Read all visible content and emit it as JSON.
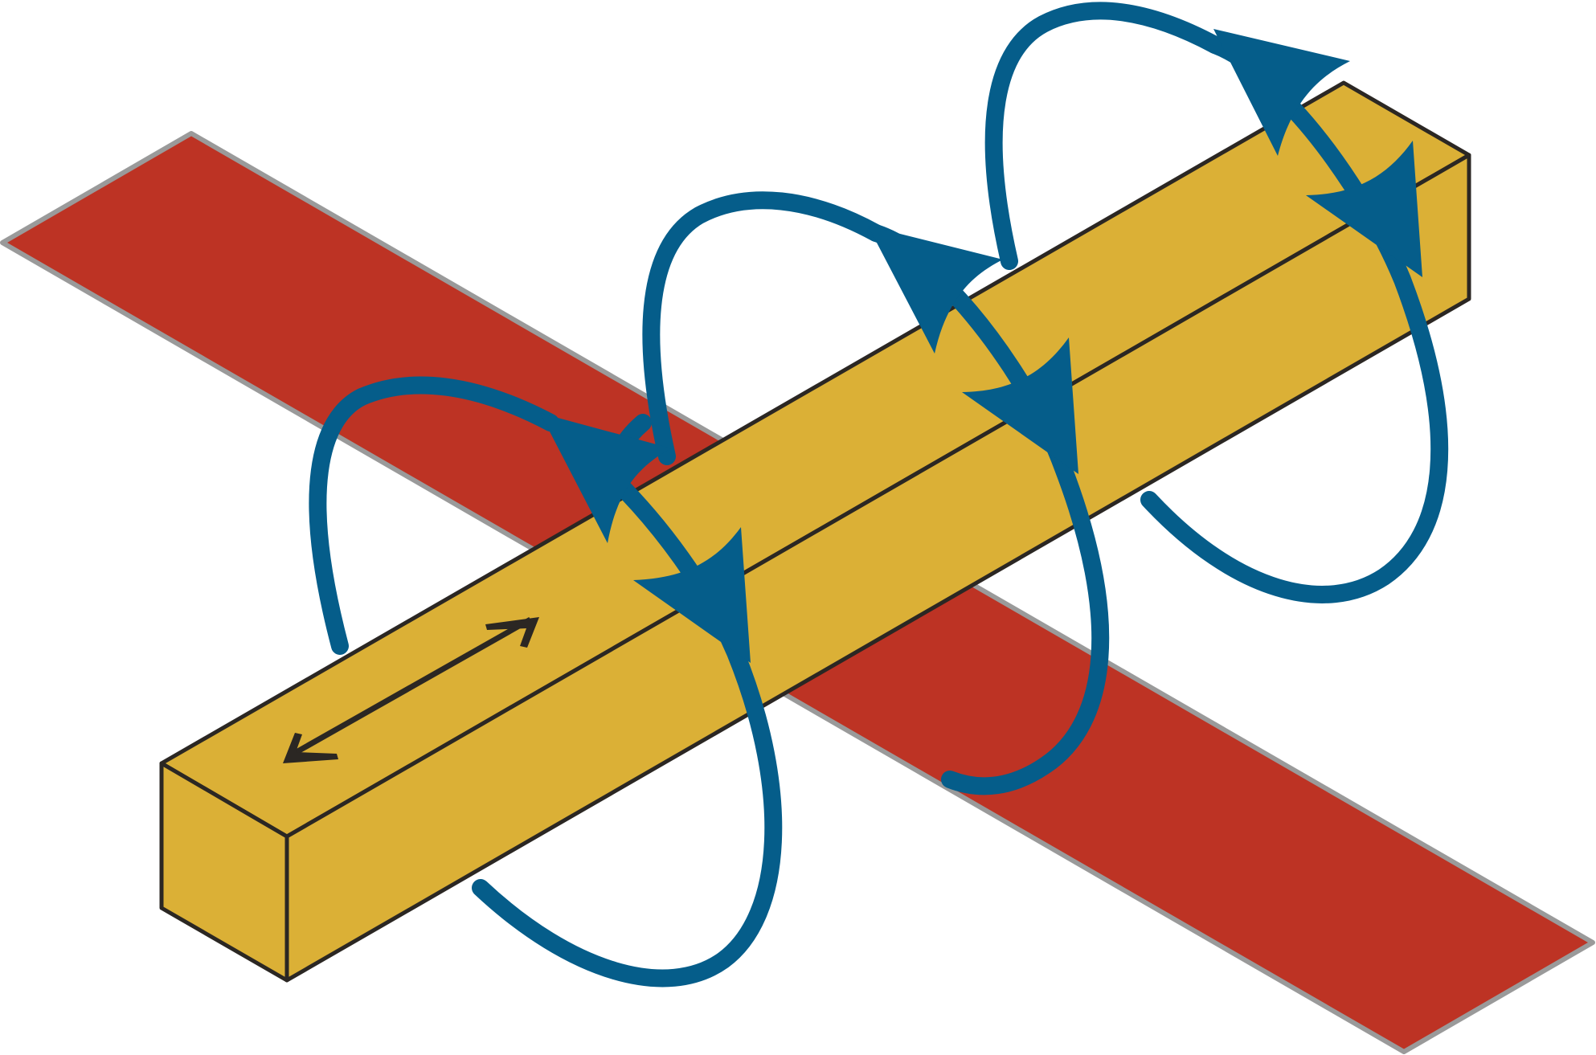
{
  "figure": {
    "description_visible_text": "",
    "colors": {
      "background": "#ffffff",
      "plate_fill": "#bd3324",
      "plate_edge": "#9a9a9a",
      "bar_fill": "#dbb036",
      "bar_edge": "#2b2723",
      "field_line": "#055d8a",
      "current_arrow": "#2b2723"
    },
    "icons": {
      "current_direction": "double-headed-arrow",
      "field_direction": "arrowhead"
    },
    "field_loop_count": 3,
    "current_direction_arrows": 2
  }
}
